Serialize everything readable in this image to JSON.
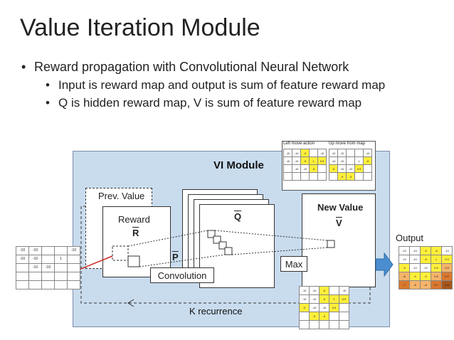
{
  "title": "Value Iteration Module",
  "bullets": {
    "b1": "Reward propagation with Convolutional Neural Network",
    "b2": "Input is reward map and output is sum of feature reward map",
    "b3": "Q is hidden reward map, V is sum of feature reward map"
  },
  "module": {
    "title": "VI Module",
    "prev_value": "Prev. Value",
    "reward": "Reward",
    "r": "R",
    "q": "Q",
    "p": "P",
    "new_value": "New Value",
    "v": "V",
    "convolution": "Convolution",
    "max": "Max",
    "k_recurrence": "K recurrence",
    "output": "Output"
  },
  "colors": {
    "panel": "#c9dcee",
    "yellow": "#ffef3a",
    "orange": "#f5b46a",
    "dark_orange": "#d9782e",
    "brown": "#a8561c",
    "red_line": "#cc2a2a",
    "arrow_blue": "#4a8ed0"
  },
  "tables": {
    "left": [
      [
        "-10",
        "-10",
        "",
        "",
        "-10"
      ],
      [
        "-10",
        "-10",
        "",
        "1",
        ""
      ],
      [
        "",
        "-10",
        "-10",
        "",
        ""
      ],
      [
        "",
        "",
        "",
        "",
        ""
      ],
      [
        "",
        "",
        "",
        "",
        ""
      ]
    ],
    "left_move_label": "Left move action",
    "left_move": [
      [
        "-10",
        "-10",
        "-9",
        "",
        "-10"
      ],
      [
        "-10",
        "-10",
        "-9",
        "1",
        "0.9"
      ],
      [
        "",
        "-10",
        "-10",
        "-9",
        ""
      ],
      [
        "",
        "",
        "",
        "",
        ""
      ]
    ],
    "left_move_hl": [
      [
        0,
        0,
        1,
        0,
        0
      ],
      [
        0,
        0,
        1,
        1,
        1
      ],
      [
        0,
        0,
        0,
        1,
        0
      ],
      [
        0,
        0,
        0,
        0,
        0
      ]
    ],
    "up_move_label": "Up move from map",
    "up_move": [
      [
        "-10",
        "-10",
        "",
        "",
        "-10"
      ],
      [
        "-10",
        "-10",
        "",
        "1",
        "-9"
      ],
      [
        "-9",
        "-10",
        "-10",
        "0.9",
        ""
      ],
      [
        "",
        "-9",
        "-9",
        "",
        ""
      ]
    ],
    "up_move_hl": [
      [
        0,
        0,
        0,
        0,
        0
      ],
      [
        0,
        0,
        0,
        0,
        1
      ],
      [
        1,
        0,
        0,
        1,
        0
      ],
      [
        0,
        1,
        1,
        0,
        0
      ]
    ],
    "bottom": [
      [
        "-10",
        "-10",
        "-9",
        "",
        "-10"
      ],
      [
        "-10",
        "-10",
        "-9",
        "1",
        "0.9"
      ],
      [
        "-9",
        "-10",
        "-10",
        "0.9",
        ""
      ],
      [
        "",
        "-9",
        "-9",
        "",
        ""
      ],
      [
        "",
        "",
        "",
        "",
        ""
      ]
    ],
    "bottom_hl": [
      [
        0,
        0,
        1,
        0,
        0
      ],
      [
        0,
        0,
        1,
        1,
        1
      ],
      [
        1,
        0,
        0,
        1,
        0
      ],
      [
        0,
        1,
        1,
        0,
        0
      ],
      [
        0,
        0,
        0,
        0,
        0
      ]
    ],
    "output": [
      [
        "-10",
        "-10",
        "-9",
        "-8",
        "-10"
      ],
      [
        "-10",
        "-10",
        "-9",
        "1",
        "0.9"
      ],
      [
        "-9",
        "-10",
        "-10",
        "0.9",
        "0.8"
      ],
      [
        "-8",
        "-9",
        "-9",
        "0.8",
        "0.7"
      ],
      [
        "-7",
        "-8",
        "-8",
        "0.7",
        "0.6"
      ]
    ],
    "output_hl": [
      [
        0,
        0,
        1,
        1,
        0
      ],
      [
        0,
        0,
        1,
        1,
        1
      ],
      [
        1,
        0,
        0,
        1,
        2
      ],
      [
        2,
        1,
        1,
        2,
        3
      ],
      [
        3,
        2,
        2,
        3,
        4
      ]
    ]
  }
}
